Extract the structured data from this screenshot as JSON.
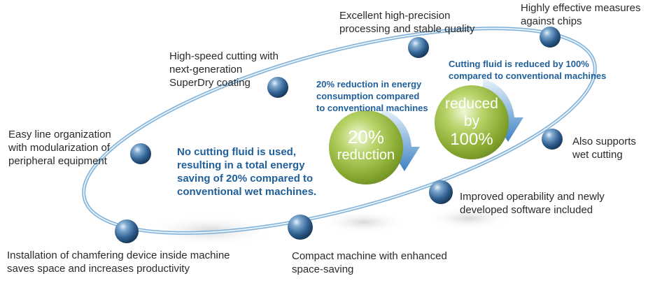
{
  "features": [
    {
      "id": "chip-measures",
      "lines": [
        "Highly effective measures",
        "against chips"
      ]
    },
    {
      "id": "high-precision",
      "lines": [
        "Excellent high-precision",
        "processing and stable quality"
      ]
    },
    {
      "id": "high-speed",
      "lines": [
        "High-speed cutting with",
        "next-generation",
        "SuperDry coating"
      ]
    },
    {
      "id": "line-organization",
      "lines": [
        "Easy line organization",
        "with modularization of",
        "peripheral equipment"
      ]
    },
    {
      "id": "wet-cutting",
      "lines": [
        "Also supports",
        "wet cutting"
      ]
    },
    {
      "id": "operability",
      "lines": [
        "Improved operability and newly",
        "developed software included"
      ]
    },
    {
      "id": "chamfering",
      "lines": [
        "Installation of chamfering device inside machine",
        "saves space and increases productivity"
      ]
    },
    {
      "id": "compact",
      "lines": [
        "Compact machine with enhanced",
        "space-saving"
      ]
    }
  ],
  "callouts": {
    "fluid_reduced": [
      "Cutting fluid is reduced by 100%",
      "compared to conventional machines"
    ],
    "energy_reduction": [
      "20% reduction in energy",
      "consumption compared",
      "to conventional machines"
    ],
    "no_fluid": [
      "No cutting fluid is used,",
      "resulting in a total energy",
      "saving of 20% compared to",
      "conventional wet machines."
    ]
  },
  "badges": {
    "reduction_20": [
      "20%",
      "reduction"
    ],
    "reduced_100": [
      "reduced",
      "by",
      "100%"
    ]
  },
  "colors": {
    "ring": "#9cc7e6",
    "node": "#2f5f8f",
    "badge_green": "#8fb33a",
    "arrow_blue": "#4f8fc8",
    "text_blue": "#1f5f9a"
  }
}
